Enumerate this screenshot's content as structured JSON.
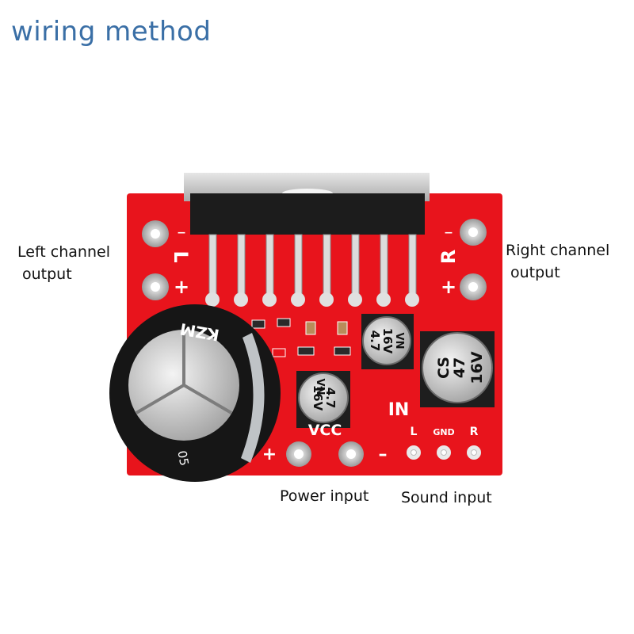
{
  "title": "wiring method",
  "labels": {
    "left_output": [
      "Left channel",
      "output"
    ],
    "right_output": [
      "Right channel",
      "output"
    ],
    "power_input": "Power input",
    "sound_input": "Sound input"
  },
  "board_text": {
    "left_minus": "–",
    "left_l": "L",
    "left_plus": "+",
    "right_minus": "–",
    "right_r": "R",
    "right_plus": "+",
    "vcc": "VCC",
    "vcc_plus": "+",
    "vcc_minus": "–",
    "in": "IN",
    "in_l": "L",
    "in_gnd": "GND",
    "in_r": "R",
    "big_cap_brand": "KZM",
    "big_cap_code": "05",
    "cap1_text": [
      "4.7",
      "16V"
    ],
    "cap1_series": "VN",
    "cap2_text": [
      "4.7",
      "16V"
    ],
    "cap2_series": "VN",
    "cap3_text": [
      "CS",
      "47",
      "16V"
    ]
  },
  "colors": {
    "title": "#3a6fa6",
    "pcb": "#e8141c",
    "heatsink": "#c8c8c8",
    "ic_body": "#1c1c1c"
  }
}
